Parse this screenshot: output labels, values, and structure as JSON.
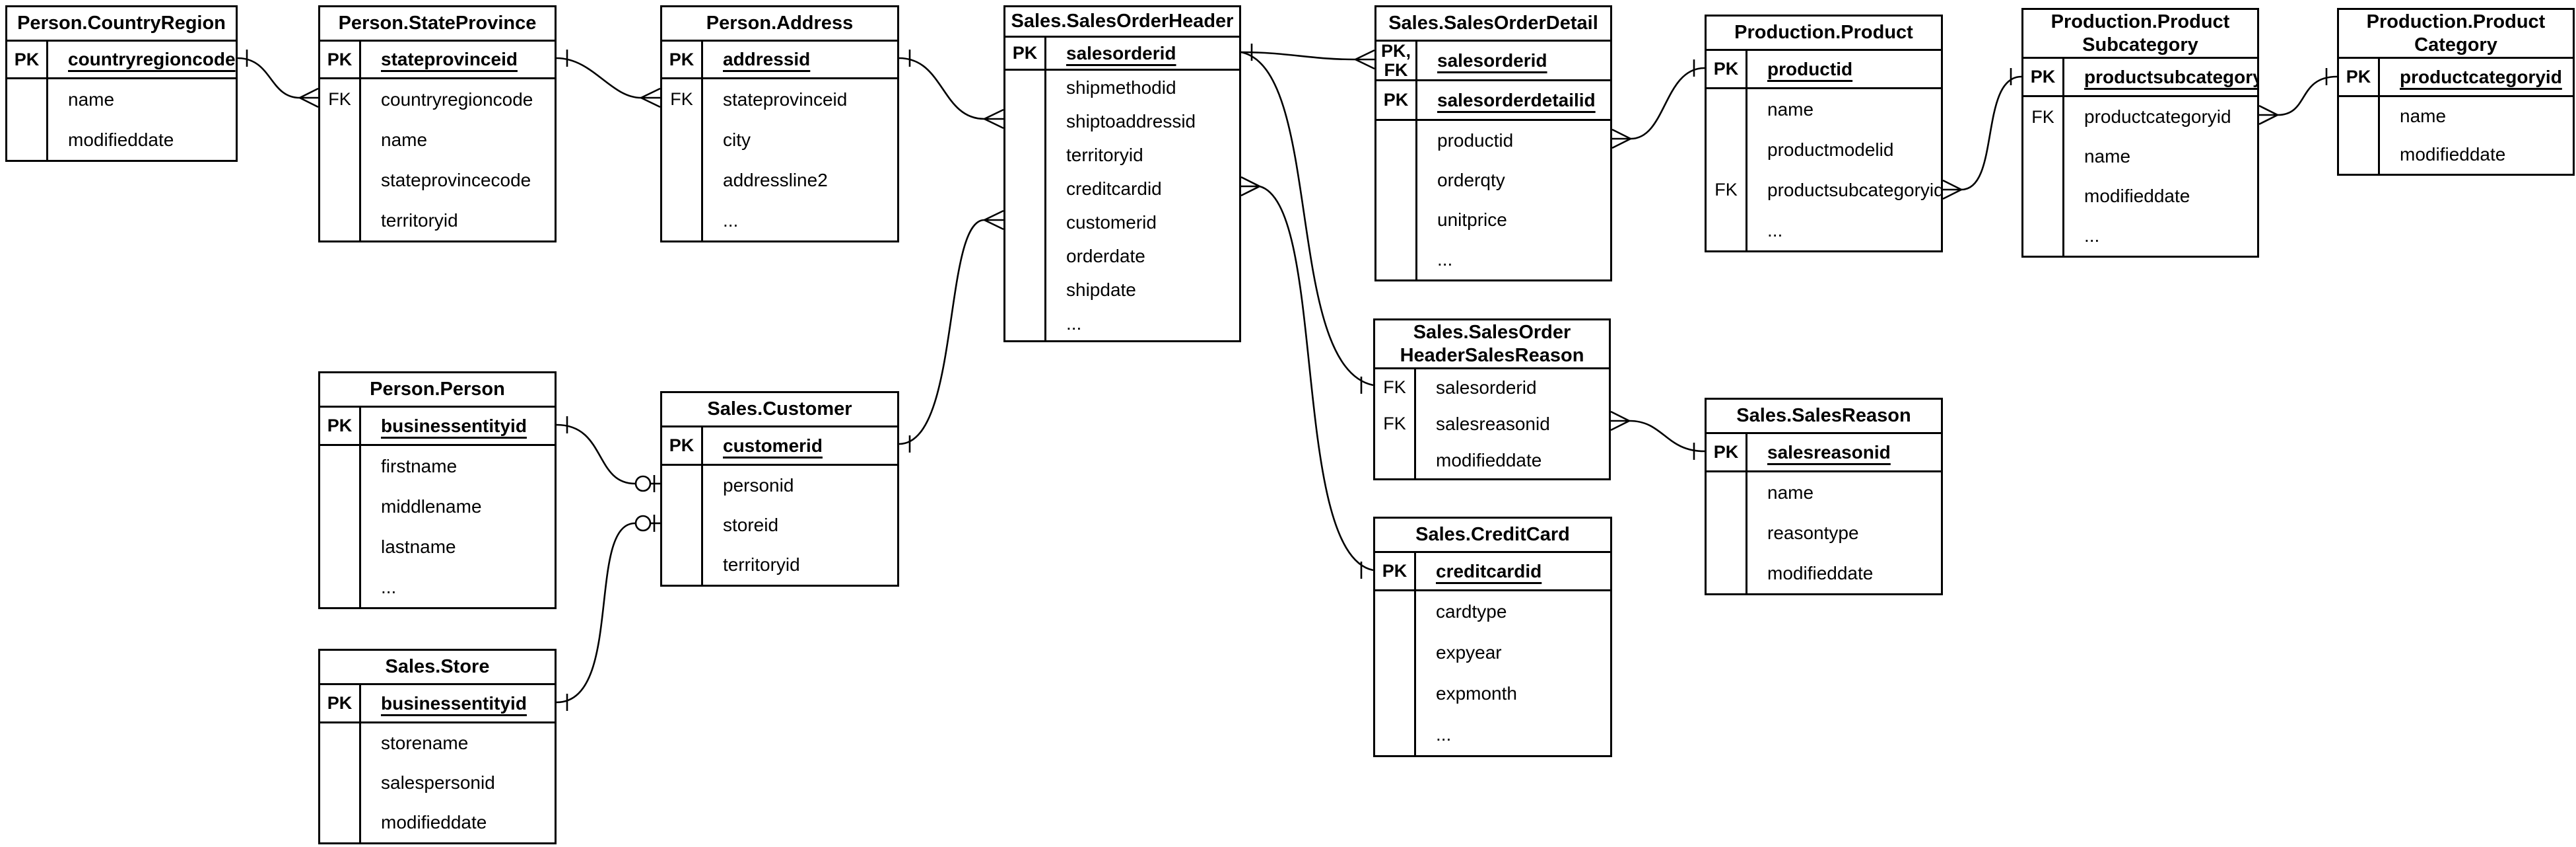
{
  "entities": {
    "countryregion": {
      "title": "Person.CountryRegion",
      "rows": [
        {
          "key": "PK",
          "label": "countryregioncode"
        },
        {
          "key": "",
          "label": "name"
        },
        {
          "key": "",
          "label": "modifieddate"
        }
      ]
    },
    "stateprovince": {
      "title": "Person.StateProvince",
      "rows": [
        {
          "key": "PK",
          "label": "stateprovinceid"
        },
        {
          "key": "FK",
          "label": "countryregioncode"
        },
        {
          "key": "",
          "label": "name"
        },
        {
          "key": "",
          "label": "stateprovincecode"
        },
        {
          "key": "",
          "label": "territoryid"
        }
      ]
    },
    "address": {
      "title": "Person.Address",
      "rows": [
        {
          "key": "PK",
          "label": "addressid"
        },
        {
          "key": "FK",
          "label": "stateprovinceid"
        },
        {
          "key": "",
          "label": "city"
        },
        {
          "key": "",
          "label": "addressline2"
        },
        {
          "key": "",
          "label": "..."
        }
      ]
    },
    "salesorderheader": {
      "title": "Sales.SalesOrderHeader",
      "rows": [
        {
          "key": "PK",
          "label": "salesorderid"
        },
        {
          "key": "",
          "label": "shipmethodid"
        },
        {
          "key": "",
          "label": "shiptoaddressid"
        },
        {
          "key": "",
          "label": "territoryid"
        },
        {
          "key": "",
          "label": "creditcardid"
        },
        {
          "key": "",
          "label": "customerid"
        },
        {
          "key": "",
          "label": "orderdate"
        },
        {
          "key": "",
          "label": "shipdate"
        },
        {
          "key": "",
          "label": "..."
        }
      ]
    },
    "salesorderdetail": {
      "title": "Sales.SalesOrderDetail",
      "rows": [
        {
          "key": "PK,\nFK",
          "label": "salesorderid"
        },
        {
          "key": "PK",
          "label": "salesorderdetailid"
        },
        {
          "key": "",
          "label": "productid"
        },
        {
          "key": "",
          "label": "orderqty"
        },
        {
          "key": "",
          "label": "unitprice"
        },
        {
          "key": "",
          "label": "..."
        }
      ]
    },
    "product": {
      "title": "Production.Product",
      "rows": [
        {
          "key": "PK",
          "label": "productid"
        },
        {
          "key": "",
          "label": "name"
        },
        {
          "key": "",
          "label": "productmodelid"
        },
        {
          "key": "FK",
          "label": "productsubcategoryid"
        },
        {
          "key": "",
          "label": "..."
        }
      ]
    },
    "productsubcategory": {
      "title": "Production.Product\nSubcategory",
      "rows": [
        {
          "key": "PK",
          "label": "productsubcategoryid"
        },
        {
          "key": "FK",
          "label": "productcategoryid"
        },
        {
          "key": "",
          "label": "name"
        },
        {
          "key": "",
          "label": "modifieddate"
        },
        {
          "key": "",
          "label": "..."
        }
      ]
    },
    "productcategory": {
      "title": "Production.Product\nCategory",
      "rows": [
        {
          "key": "PK",
          "label": "productcategoryid"
        },
        {
          "key": "",
          "label": "name"
        },
        {
          "key": "",
          "label": "modifieddate"
        }
      ]
    },
    "person": {
      "title": "Person.Person",
      "rows": [
        {
          "key": "PK",
          "label": "businessentityid"
        },
        {
          "key": "",
          "label": "firstname"
        },
        {
          "key": "",
          "label": "middlename"
        },
        {
          "key": "",
          "label": "lastname"
        },
        {
          "key": "",
          "label": "..."
        }
      ]
    },
    "customer": {
      "title": "Sales.Customer",
      "rows": [
        {
          "key": "PK",
          "label": "customerid"
        },
        {
          "key": "",
          "label": "personid"
        },
        {
          "key": "",
          "label": "storeid"
        },
        {
          "key": "",
          "label": "territoryid"
        }
      ]
    },
    "store": {
      "title": "Sales.Store",
      "rows": [
        {
          "key": "PK",
          "label": "businessentityid"
        },
        {
          "key": "",
          "label": "storename"
        },
        {
          "key": "",
          "label": "salespersonid"
        },
        {
          "key": "",
          "label": "modifieddate"
        }
      ]
    },
    "salesorderheadersalesreason": {
      "title": "Sales.SalesOrder\nHeaderSalesReason",
      "rows": [
        {
          "key": "FK",
          "label": "salesorderid"
        },
        {
          "key": "FK",
          "label": "salesreasonid"
        },
        {
          "key": "",
          "label": "modifieddate"
        }
      ]
    },
    "salesreason": {
      "title": "Sales.SalesReason",
      "rows": [
        {
          "key": "PK",
          "label": "salesreasonid"
        },
        {
          "key": "",
          "label": "name"
        },
        {
          "key": "",
          "label": "reasontype"
        },
        {
          "key": "",
          "label": "modifieddate"
        }
      ]
    },
    "creditcard": {
      "title": "Sales.CreditCard",
      "rows": [
        {
          "key": "PK",
          "label": "creditcardid"
        },
        {
          "key": "",
          "label": "cardtype"
        },
        {
          "key": "",
          "label": "expyear"
        },
        {
          "key": "",
          "label": "expmonth"
        },
        {
          "key": "",
          "label": "..."
        }
      ]
    }
  },
  "relationships": [
    {
      "from": "Person.CountryRegion.countryregioncode",
      "to": "Person.StateProvince.countryregioncode",
      "from_marker": "one",
      "to_marker": "many"
    },
    {
      "from": "Person.StateProvince.stateprovinceid",
      "to": "Person.Address.stateprovinceid",
      "from_marker": "one",
      "to_marker": "many"
    },
    {
      "from": "Person.Address.addressid",
      "to": "Sales.SalesOrderHeader.shiptoaddressid",
      "from_marker": "one",
      "to_marker": "many"
    },
    {
      "from": "Sales.Customer.customerid",
      "to": "Sales.SalesOrderHeader.customerid",
      "from_marker": "one",
      "to_marker": "many"
    },
    {
      "from": "Sales.SalesOrderHeader.salesorderid",
      "to": "Sales.SalesOrderDetail.salesorderid",
      "from_marker": "one",
      "to_marker": "many"
    },
    {
      "from": "Sales.SalesOrderHeader.salesorderid",
      "to": "Sales.SalesOrderHeaderSalesReason.salesorderid",
      "from_marker": "one",
      "to_marker": "one"
    },
    {
      "from": "Sales.SalesReason.salesreasonid",
      "to": "Sales.SalesOrderHeaderSalesReason.salesreasonid",
      "from_marker": "one",
      "to_marker": "many"
    },
    {
      "from": "Sales.CreditCard.creditcardid",
      "to": "Sales.SalesOrderHeader.creditcardid",
      "from_marker": "one",
      "to_marker": "many"
    },
    {
      "from": "Production.Product.productid",
      "to": "Sales.SalesOrderDetail.productid",
      "from_marker": "one",
      "to_marker": "many"
    },
    {
      "from": "Production.ProductSubcategory.productsubcategoryid",
      "to": "Production.Product.productsubcategoryid",
      "from_marker": "one",
      "to_marker": "many"
    },
    {
      "from": "Production.ProductCategory.productcategoryid",
      "to": "Production.ProductSubcategory.productcategoryid",
      "from_marker": "one",
      "to_marker": "many"
    },
    {
      "from": "Person.Person.businessentityid",
      "to": "Sales.Customer.personid",
      "from_marker": "one",
      "to_marker": "zero-or-one"
    },
    {
      "from": "Sales.Store.businessentityid",
      "to": "Sales.Customer.storeid",
      "from_marker": "one",
      "to_marker": "zero-or-one"
    }
  ]
}
